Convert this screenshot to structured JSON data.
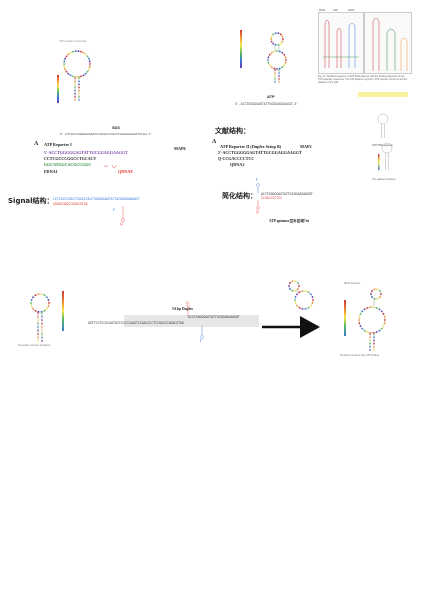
{
  "headings": {
    "literature": "文献结构：",
    "signal": "Signal结构：",
    "simplified": "简化结构："
  },
  "top_left": {
    "title": "ATP reporter II structure",
    "label": "SD3",
    "sequence": "5'-ATTACCCGGGGAAGGATCCGCGACCCGCCTCGGGGCGGGTTGCGG-3'"
  },
  "top_middle": {
    "label": "ATP",
    "sequence": "5'-ACCTGGGGGAGTATTGCGGAGGAAGGT-3'"
  },
  "top_right": {
    "panel_top_labels": [
      "MAP1",
      "SAP",
      "MAP2"
    ],
    "figure_caption_small": "Fig. S2. Detailed sequence of ATP DNA aptamer with the binding dynamics of two ATP-selective molecules. The ATP aptamer segment, ATP reporter construct and the diagram of the split.",
    "panel_label": "ATP/TRE aptamer",
    "caption_line": "The aptamer structure"
  },
  "reporter_a": {
    "letter": "A",
    "title": "ATP Reporter I",
    "line1": "5'-ACCTGGGGGAGTATTGCGGAGGAAGGT",
    "line2": "CCTCGCCCGGCCTGCACT",
    "line3": "GGCATGGCACGCCGGC",
    "map_label": "MAP6",
    "fdna_label": "FDNA1",
    "qdna_label": "QDNA8"
  },
  "reporter_b": {
    "letter": "A",
    "title": "ATP Reporter II (Duplex Setup B)",
    "line1": "5'-ACCTGGGGGAGTATTGCGGAGGAAGGT",
    "line2": "Q-CCGACCCCTCC",
    "map_label": "MAP2",
    "qdna_label": "QDNA2"
  },
  "signal": {
    "line_top": "CCTCGCCCGGCCTGCACTACCTGGGGGAGTATTGCGGAGGAAGGT",
    "line_bottom": "GGAGCGGGCCGGACGTGA",
    "fq_label": "F",
    "q_label": "Q"
  },
  "simplified": {
    "line_top": "ACCTGGGGGAGTATTGCGGAGGAAGGT",
    "line_bottom": "CCGACCCCTCC",
    "f_label": "F",
    "q_label": "Q",
    "note": "ATP aptamer互补区域7nt"
  },
  "bottom": {
    "left_caption": "Secondary structure prediction",
    "middle_title": "5A bp Duplex",
    "middle_seq_top": "ACCTGGGGGAGTATTGCGGAGGAAGGT",
    "middle_seq_bottom": "GGTTCCTCCGCAATACTCCCCCAGGTCCGACCCCTCCGGCCCGGACGTGA",
    "f_label": "F",
    "q_label": "Q",
    "right_caption": "Predicted structure after ATP binding",
    "right_title": "MFE structure"
  },
  "colors": {
    "red": "#e0332b",
    "green": "#2d8a3a",
    "blue": "#2a6fd6",
    "purple": "#7a3fb0",
    "yellow_highlight": "#f2e74b"
  }
}
